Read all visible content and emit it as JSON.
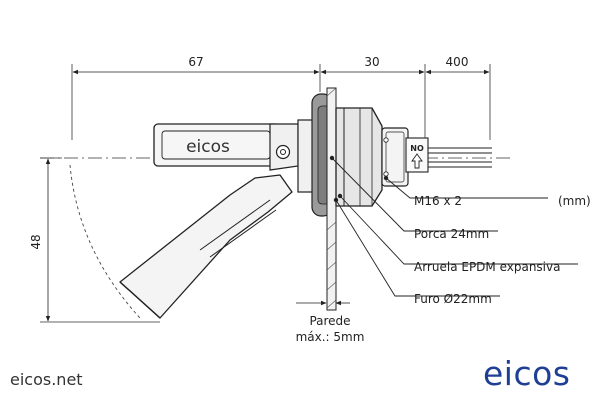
{
  "dimensions": {
    "float_length": "67",
    "body_length": "30",
    "cable_length": "400",
    "swing_height": "48",
    "unit": "(mm)"
  },
  "float_brand": "eicos",
  "direction_mark": "NO",
  "callouts": {
    "thread": "M16 x 2",
    "nut": "Porca 24mm",
    "seal": "Arruela EPDM expansiva",
    "hole": "Furo Ø22mm"
  },
  "wall_label": {
    "line1": "Parede",
    "line2": "máx.: 5mm"
  },
  "footer": {
    "url": "eicos.net",
    "logo": "eicos"
  },
  "colors": {
    "logo_blue": "#1f3f94",
    "line": "#333333",
    "seal_gray": "#8a8a8a",
    "body_gray": "#d9d9d9"
  }
}
